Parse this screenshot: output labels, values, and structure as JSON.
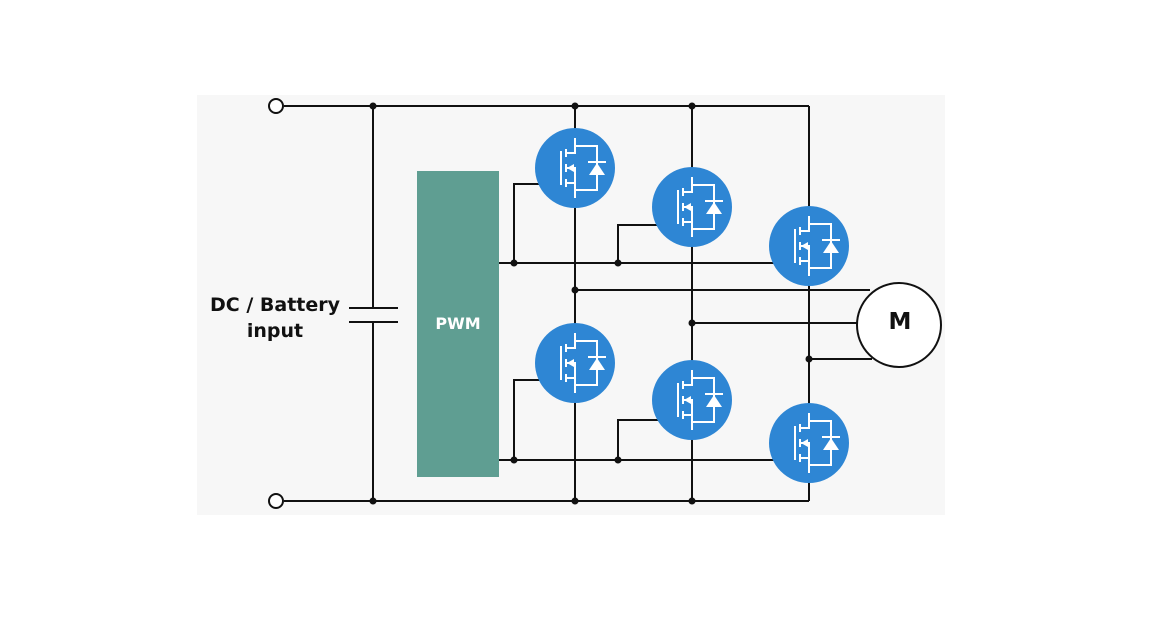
{
  "input_label": {
    "line1": "DC / Battery",
    "line2": "input"
  },
  "controller_label": "PWM",
  "motor_label": "M",
  "colors": {
    "transistor": "#2e86d4",
    "pwm_block": "#5f9e92",
    "wire": "#111111"
  }
}
